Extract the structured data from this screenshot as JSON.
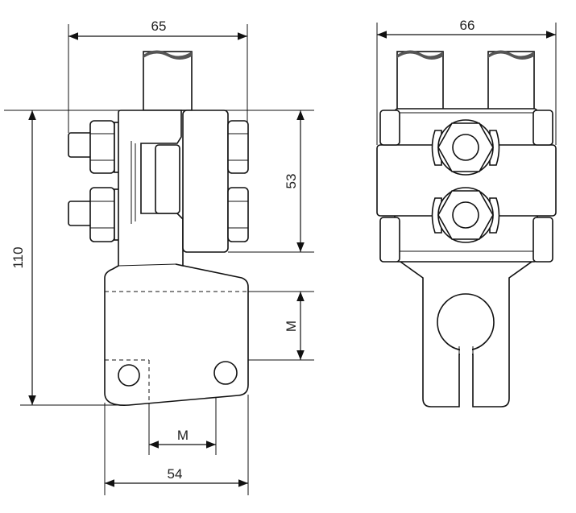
{
  "drawing": {
    "side_view": {
      "width_top": "65",
      "height_total": "110",
      "clamp_height": "53",
      "hole_offset_vertical": "M",
      "hole_spacing": "M",
      "plate_width": "54"
    },
    "front_view": {
      "width": "66"
    }
  }
}
